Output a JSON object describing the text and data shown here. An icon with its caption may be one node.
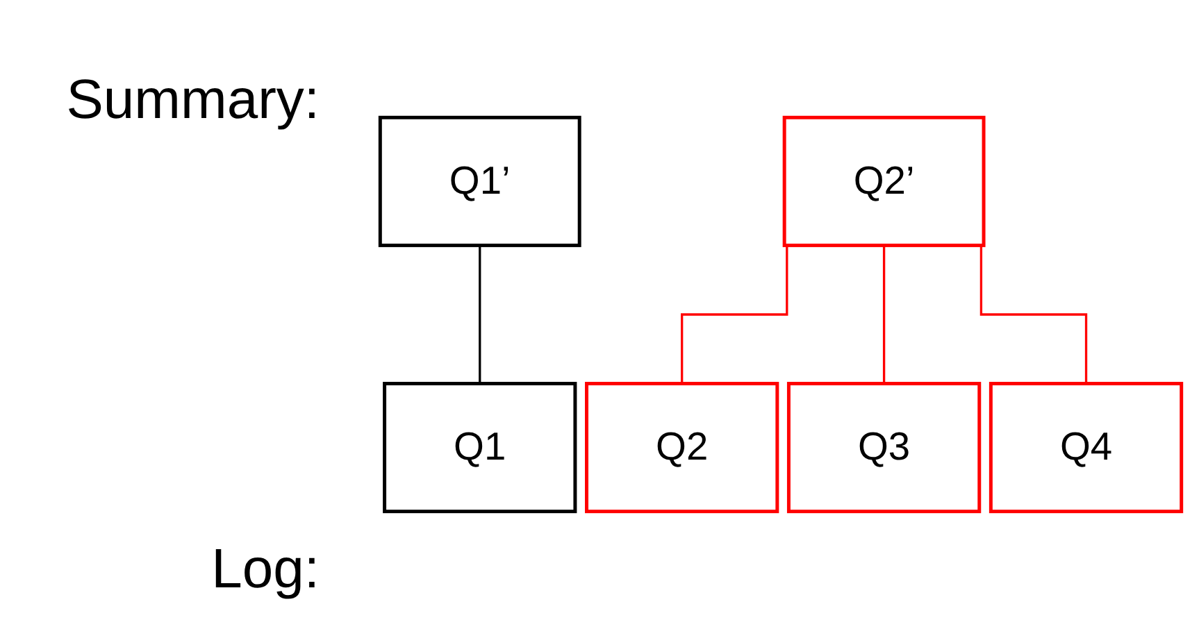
{
  "diagram": {
    "nodes": [
      {
        "text": [
          "Q1’"
        ]
      },
      {
        "text": [
          "Q2’"
        ]
      },
      {
        "text": [
          "Q1"
        ]
      },
      {
        "text": [
          "Q2"
        ]
      },
      {
        "text": [
          "Q3"
        ]
      },
      {
        "text": [
          "Q4"
        ]
      }
    ],
    "edges": [
      {
        "from": 0,
        "to": 2,
        "arrow": "none",
        "color": "#000000"
      },
      {
        "from": 1,
        "to": 3,
        "arrow": "none"
      },
      {
        "from": 1,
        "to": 4,
        "arrow": "none"
      },
      {
        "from": 1,
        "to": 5,
        "arrow": "none"
      }
    ],
    "labels": [
      "Summary:",
      "Log:"
    ]
  }
}
